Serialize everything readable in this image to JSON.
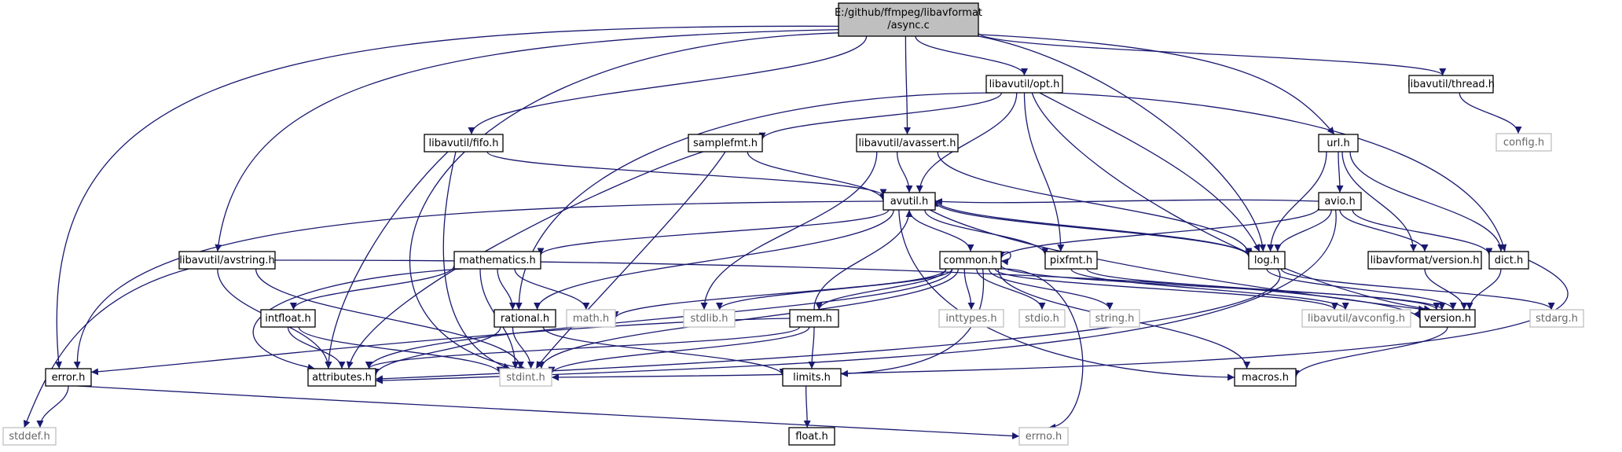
{
  "title": "E:/github/ffmpeg/libavformat/async.c",
  "colors": {
    "edge": "#191970",
    "node_border": "#000000",
    "system_header_border": "#bfbfbf",
    "root_fill": "#bfbfbf",
    "text": "#000000",
    "system_text": "#666666"
  },
  "nodes": {
    "root": {
      "line1": "E:/github/ffmpeg/libavformat",
      "line2": "/async.c"
    },
    "opt": {
      "label": "libavutil/opt.h"
    },
    "thread": {
      "label": "libavutil/thread.h"
    },
    "config": {
      "label": "config.h"
    },
    "fifo": {
      "label": "libavutil/fifo.h"
    },
    "samplefmt": {
      "label": "samplefmt.h"
    },
    "avassert": {
      "label": "libavutil/avassert.h"
    },
    "url": {
      "label": "url.h"
    },
    "avutil": {
      "label": "avutil.h"
    },
    "avio": {
      "label": "avio.h"
    },
    "avstring": {
      "label": "libavutil/avstring.h"
    },
    "mathematics": {
      "label": "mathematics.h"
    },
    "common": {
      "label": "common.h"
    },
    "pixfmt": {
      "label": "pixfmt.h"
    },
    "log": {
      "label": "log.h"
    },
    "lavfversion": {
      "label": "libavformat/version.h"
    },
    "dict": {
      "label": "dict.h"
    },
    "intfloat": {
      "label": "intfloat.h"
    },
    "rational": {
      "label": "rational.h"
    },
    "math": {
      "label": "math.h"
    },
    "stdlib": {
      "label": "stdlib.h"
    },
    "mem": {
      "label": "mem.h"
    },
    "inttypes": {
      "label": "inttypes.h"
    },
    "stdio": {
      "label": "stdio.h"
    },
    "string": {
      "label": "string.h"
    },
    "avconfig": {
      "label": "libavutil/avconfig.h"
    },
    "version": {
      "label": "version.h"
    },
    "stdarg": {
      "label": "stdarg.h"
    },
    "error": {
      "label": "error.h"
    },
    "attributes": {
      "label": "attributes.h"
    },
    "stdint": {
      "label": "stdint.h"
    },
    "limits": {
      "label": "limits.h"
    },
    "macros": {
      "label": "macros.h"
    },
    "stddef": {
      "label": "stddef.h"
    },
    "float": {
      "label": "float.h"
    },
    "errno": {
      "label": "errno.h"
    }
  }
}
